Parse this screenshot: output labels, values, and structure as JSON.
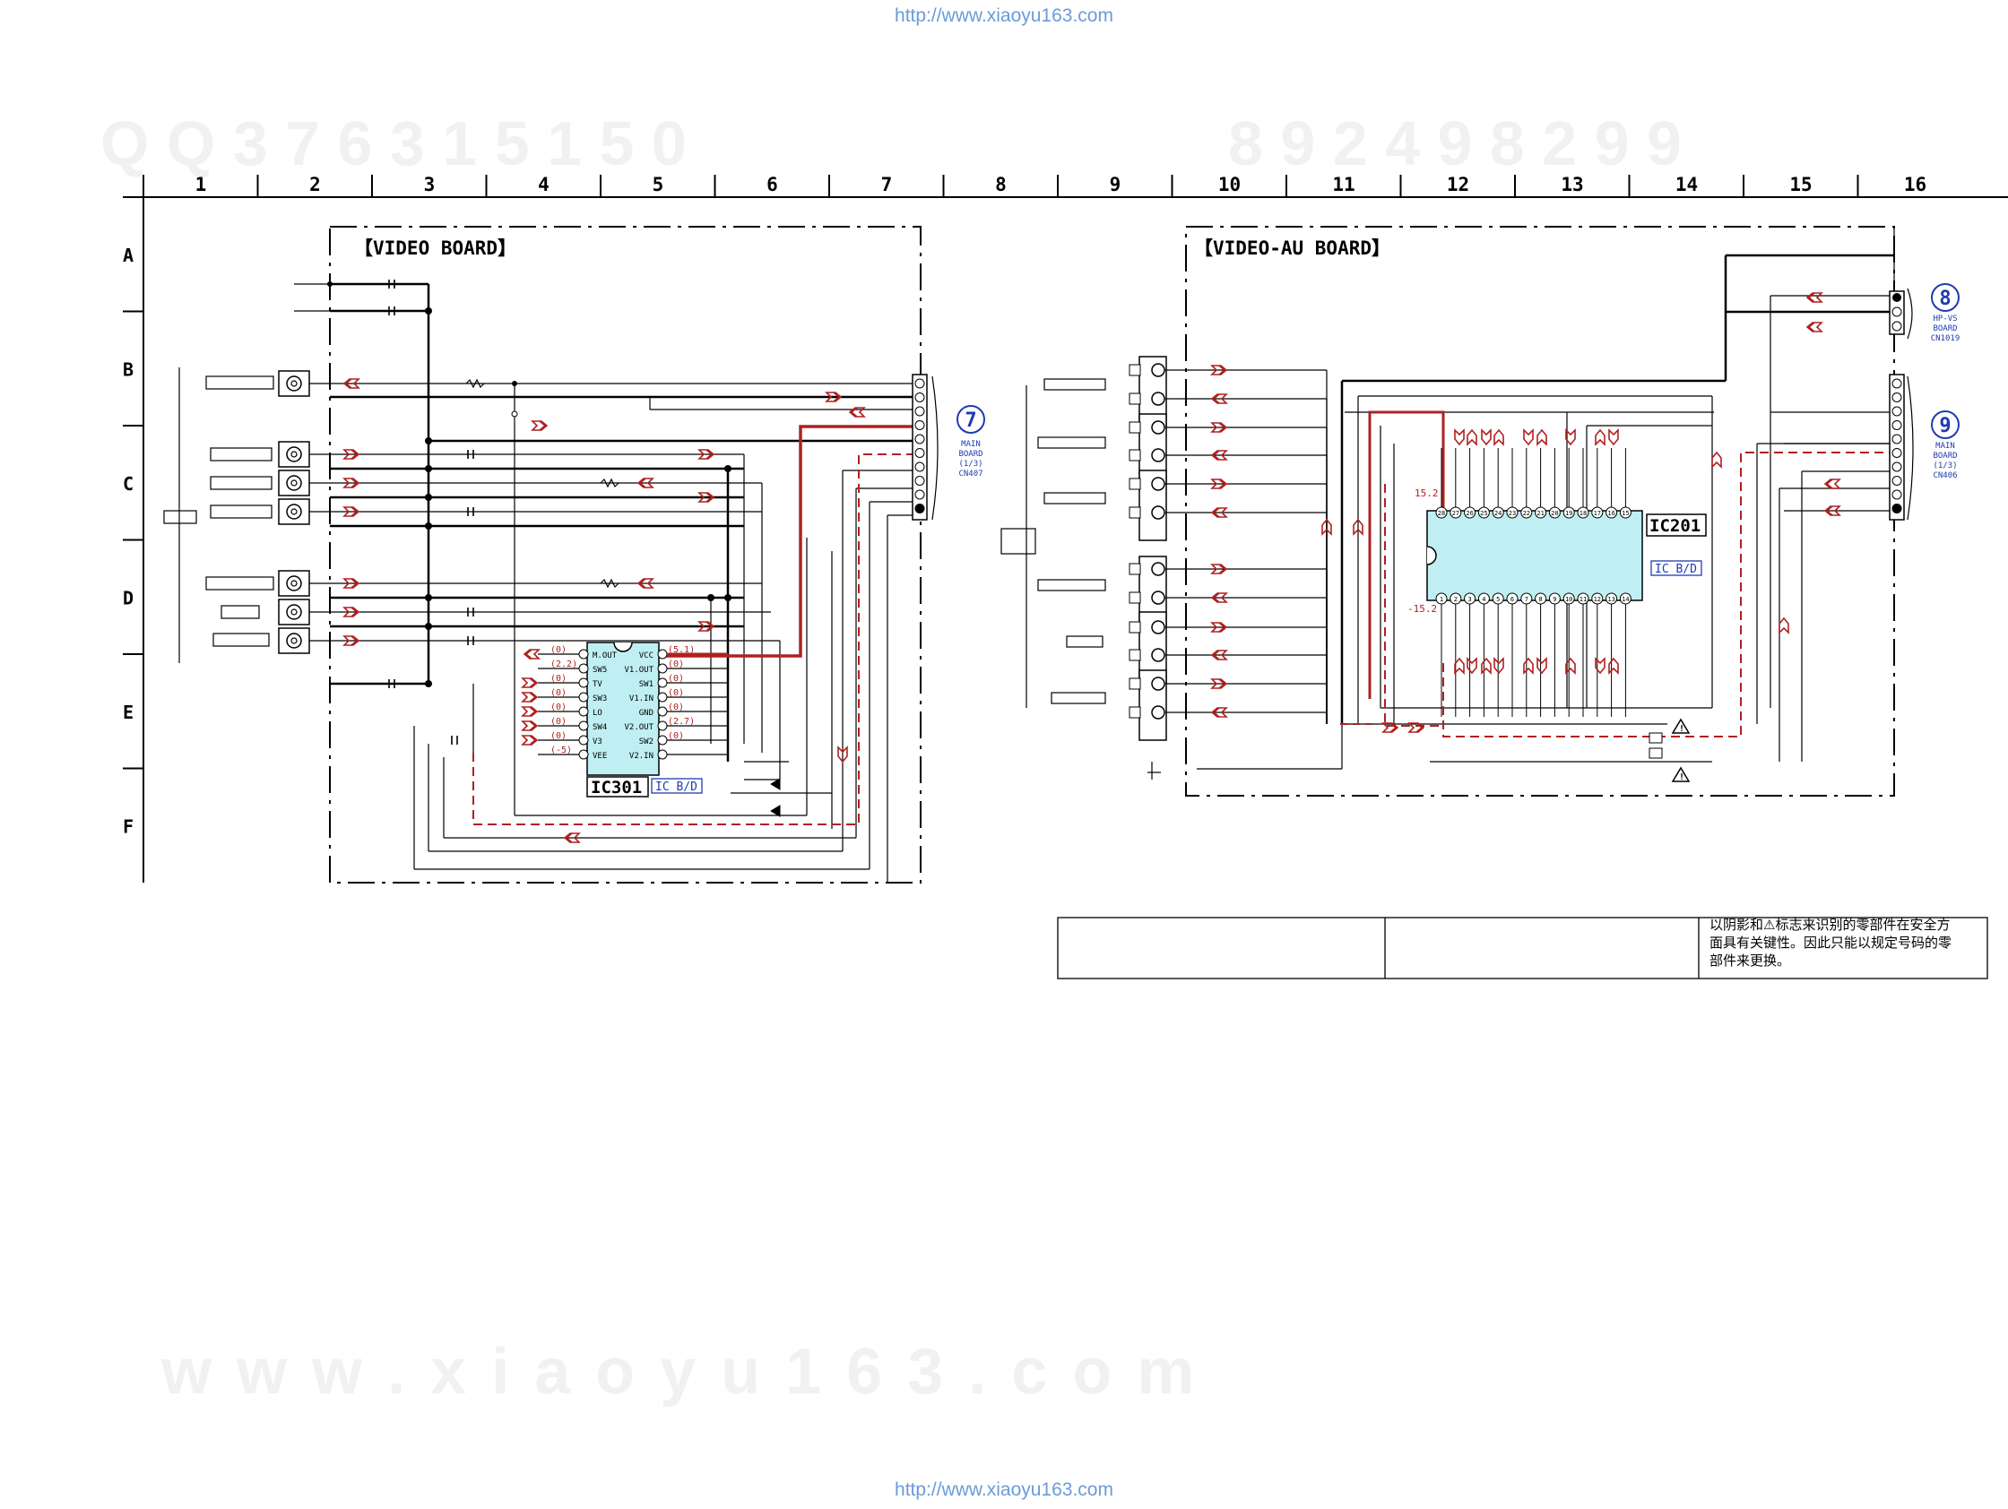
{
  "header_url": "http://www.xiaoyu163.com",
  "footer_url": "http://www.xiaoyu163.com",
  "watermark_top_left": "Q Q 3 7 6 3 1 5 1 5 0",
  "watermark_top_right": "8 9 2 4 9 8 2 9 9",
  "watermark_bottom": "w w w . x i a o y u 1 6 3 . c o m",
  "grid_columns": [
    "1",
    "2",
    "3",
    "4",
    "5",
    "6",
    "7",
    "8",
    "9",
    "10",
    "11",
    "12",
    "13",
    "14",
    "15",
    "16"
  ],
  "grid_rows": [
    "A",
    "B",
    "C",
    "D",
    "E",
    "F"
  ],
  "video_board": {
    "title": "【VIDEO BOARD】",
    "ic_label": "IC301",
    "ic_badge": "IC B/D",
    "pins_left": [
      "M.OUT",
      "SW5",
      "TV",
      "SW3",
      "LO",
      "SW4",
      "V3",
      "VEE"
    ],
    "pins_right": [
      "VCC",
      "V1.OUT",
      "SW1",
      "V1.IN",
      "GND",
      "V2.OUT",
      "SW2",
      "V2.IN"
    ],
    "volt_left": [
      "(0)",
      "(2.2)",
      "(0)",
      "(0)",
      "(0)",
      "(0)",
      "(0)",
      "(-5)"
    ],
    "volt_right": [
      "(5.1)",
      "(0)",
      "(0)",
      "(0)",
      "(0)",
      "(2.7)",
      "(0)"
    ],
    "connector": {
      "number": "7",
      "lines": [
        "MAIN",
        "BOARD",
        "(1/3)",
        "CN407"
      ]
    }
  },
  "video_au_board": {
    "title": "【VIDEO-AU BOARD】",
    "ic_label": "IC201",
    "ic_badge": "IC B/D",
    "volt_top": "15.2",
    "volt_bottom": "-15.2",
    "connector_8": {
      "number": "8",
      "lines": [
        "HP-VS",
        "BOARD",
        "CN1019"
      ]
    },
    "connector_9": {
      "number": "9",
      "lines": [
        "MAIN",
        "BOARD",
        "(1/3)",
        "CN406"
      ]
    }
  },
  "note_table": {
    "cell_1": "",
    "cell_2": "",
    "cell_3_lines": [
      "以阴影和⚠标志来识别的零部件在安全方",
      "面具有关键性。因此只能以规定号码的零",
      "部件来更换。"
    ]
  },
  "colors": {
    "signal_arrow": "#b02020",
    "schematic_line": "#000000",
    "ic_fill": "#bfeff2",
    "label_blue": "#1f3bb0",
    "url": "#6b9bd8"
  }
}
